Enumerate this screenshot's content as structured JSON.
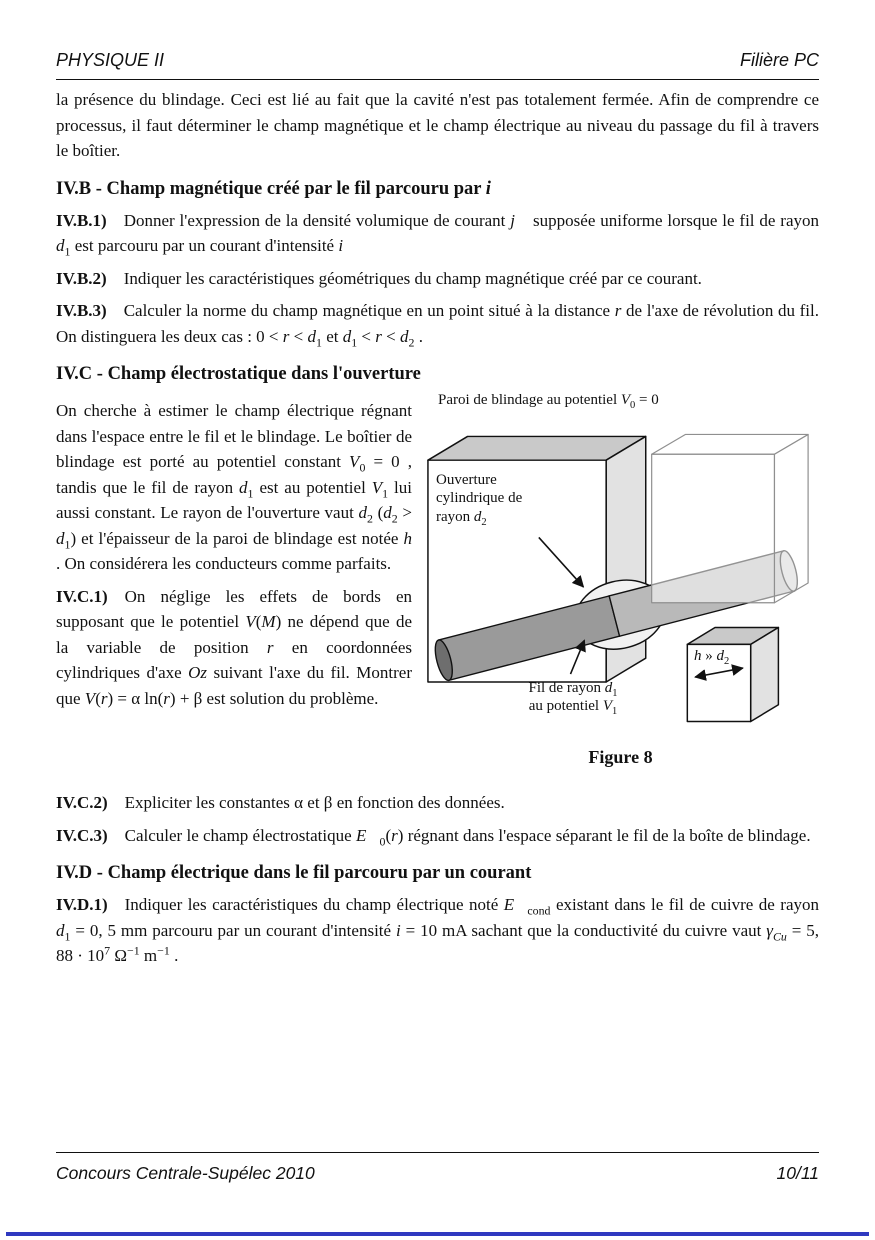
{
  "header": {
    "left": "PHYSIQUE II",
    "right": "Filière PC"
  },
  "intro": [
    {
      "t": "la présence du blindage. Ceci est lié au fait que la cavité n'est pas totalement fermée. Afin de comprendre ce processus, il faut déterminer le champ magnétique et le champ électrique au niveau du passage du fil à travers le boîtier."
    }
  ],
  "sec_b": {
    "heading": [
      {
        "t": "IV.B - Champ magnétique créé par le fil parcouru par "
      },
      {
        "t": "i",
        "s": "i"
      }
    ],
    "q1": [
      {
        "t": "IV.B.1) ",
        "s": "b"
      },
      {
        "t": "Donner l'expression de la densité volumique de courant "
      },
      {
        "t": "j⃗",
        "s": "i"
      },
      {
        "t": " supposée uniforme lorsque le fil de rayon "
      },
      {
        "t": "d",
        "s": "i"
      },
      {
        "t": "1",
        "s": "sub"
      },
      {
        "t": " est parcouru par un courant d'intensité "
      },
      {
        "t": "i",
        "s": "i"
      }
    ],
    "q2": [
      {
        "t": "IV.B.2) ",
        "s": "b"
      },
      {
        "t": "Indiquer les caractéristiques géométriques du champ magnétique créé par ce courant."
      }
    ],
    "q3": [
      {
        "t": "IV.B.3) ",
        "s": "b"
      },
      {
        "t": "Calculer la norme du champ magnétique en un point situé à la distance "
      },
      {
        "t": "r",
        "s": "i"
      },
      {
        "t": " de l'axe de révolution du fil. On distinguera les deux cas : 0 < "
      },
      {
        "t": "r",
        "s": "i"
      },
      {
        "t": " < "
      },
      {
        "t": "d",
        "s": "i"
      },
      {
        "t": "1",
        "s": "sub"
      },
      {
        "t": " et "
      },
      {
        "t": "d",
        "s": "i"
      },
      {
        "t": "1",
        "s": "sub"
      },
      {
        "t": " < "
      },
      {
        "t": "r",
        "s": "i"
      },
      {
        "t": " < "
      },
      {
        "t": "d",
        "s": "i"
      },
      {
        "t": "2",
        "s": "sub"
      },
      {
        "t": " ."
      }
    ]
  },
  "sec_c": {
    "heading": [
      {
        "t": "IV.C - Champ électrostatique dans l'ouverture"
      }
    ],
    "para": [
      {
        "t": "On cherche à estimer le champ électrique régnant dans l'espace entre le fil et le blindage. Le boîtier de blindage est porté au potentiel constant "
      },
      {
        "t": "V",
        "s": "i"
      },
      {
        "t": "0",
        "s": "sub"
      },
      {
        "t": " = 0 , tandis que le fil de rayon "
      },
      {
        "t": "d",
        "s": "i"
      },
      {
        "t": "1",
        "s": "sub"
      },
      {
        "t": " est au potentiel "
      },
      {
        "t": "V",
        "s": "i"
      },
      {
        "t": "1",
        "s": "sub"
      },
      {
        "t": " lui aussi constant. Le rayon de l'ouverture vaut "
      },
      {
        "t": "d",
        "s": "i"
      },
      {
        "t": "2",
        "s": "sub"
      },
      {
        "t": " ("
      },
      {
        "t": "d",
        "s": "i"
      },
      {
        "t": "2",
        "s": "sub"
      },
      {
        "t": " > "
      },
      {
        "t": "d",
        "s": "i"
      },
      {
        "t": "1",
        "s": "sub"
      },
      {
        "t": ") et l'épaisseur de la paroi de blindage est notée "
      },
      {
        "t": "h",
        "s": "i"
      },
      {
        "t": " . On considérera les conducteurs comme parfaits."
      }
    ],
    "q1": [
      {
        "t": "IV.C.1) ",
        "s": "b"
      },
      {
        "t": "On néglige les effets de bords en supposant que le potentiel "
      },
      {
        "t": "V",
        "s": "i"
      },
      {
        "t": "("
      },
      {
        "t": "M",
        "s": "i"
      },
      {
        "t": ")"
      },
      {
        "t": " ne dépend que de la variable de position "
      },
      {
        "t": "r",
        "s": "i"
      },
      {
        "t": " en coordonnées cylindriques d'axe "
      },
      {
        "t": "Oz",
        "s": "i"
      },
      {
        "t": " suivant l'axe du fil. Montrer que "
      },
      {
        "t": "V",
        "s": "i"
      },
      {
        "t": "("
      },
      {
        "t": "r",
        "s": "i"
      },
      {
        "t": ") = α ln("
      },
      {
        "t": "r",
        "s": "i"
      },
      {
        "t": ") + β est solution du problème."
      }
    ],
    "q2": [
      {
        "t": "IV.C.2) ",
        "s": "b"
      },
      {
        "t": "Expliciter les constantes α et β en fonction des données."
      }
    ],
    "q3": [
      {
        "t": "IV.C.3) ",
        "s": "b"
      },
      {
        "t": "Calculer le champ électrostatique "
      },
      {
        "t": "E⃗",
        "s": "i"
      },
      {
        "t": "0",
        "s": "sub"
      },
      {
        "t": "("
      },
      {
        "t": "r",
        "s": "i"
      },
      {
        "t": ")"
      },
      {
        "t": " régnant dans l'espace séparant le fil de la boîte de blindage."
      }
    ]
  },
  "figure": {
    "wall_label": [
      {
        "t": "Paroi de blindage  au potentiel "
      },
      {
        "t": "V",
        "s": "i"
      },
      {
        "t": "0",
        "s": "sub"
      },
      {
        "t": " = 0"
      }
    ],
    "opening_label": [
      {
        "t": "Ouverture"
      },
      {
        "s": "br"
      },
      {
        "t": "cylindrique de"
      },
      {
        "s": "br"
      },
      {
        "t": "rayon "
      },
      {
        "t": "d",
        "s": "i"
      },
      {
        "t": "2",
        "s": "sub"
      }
    ],
    "wire_label": [
      {
        "t": "Fil de rayon "
      },
      {
        "t": "d",
        "s": "i"
      },
      {
        "t": "1",
        "s": "sub"
      },
      {
        "s": "br"
      },
      {
        "t": "au potentiel "
      },
      {
        "t": "V",
        "s": "i"
      },
      {
        "t": "1",
        "s": "sub"
      }
    ],
    "thickness_label": [
      {
        "t": "h",
        "s": "i"
      },
      {
        "t": " » "
      },
      {
        "t": "d",
        "s": "i"
      },
      {
        "t": "2",
        "s": "sub"
      }
    ],
    "caption": "Figure 8"
  },
  "sec_d": {
    "heading": [
      {
        "t": "IV.D - Champ électrique dans le fil parcouru par un courant"
      }
    ],
    "q1": [
      {
        "t": "IV.D.1) ",
        "s": "b"
      },
      {
        "t": "Indiquer les caractéristiques du champ électrique noté "
      },
      {
        "t": "E⃗",
        "s": "i"
      },
      {
        "t": "cond",
        "s": "sub"
      },
      {
        "t": " existant dans le fil de cuivre de rayon "
      },
      {
        "t": "d",
        "s": "i"
      },
      {
        "t": "1",
        "s": "sub"
      },
      {
        "t": " = 0, 5 mm parcouru par un courant d'intensité "
      },
      {
        "t": "i",
        "s": "i"
      },
      {
        "t": " = 10 mA sachant que la conductivité du cuivre vaut "
      },
      {
        "t": "γ",
        "s": "i"
      },
      {
        "t": "Cu",
        "s": "subi"
      },
      {
        "t": " = 5, 88 · 10"
      },
      {
        "t": "7",
        "s": "sup"
      },
      {
        "t": " Ω"
      },
      {
        "t": "−1",
        "s": "sup"
      },
      {
        "t": " m"
      },
      {
        "t": "−1",
        "s": "sup"
      },
      {
        "t": " ."
      }
    ]
  },
  "footer": {
    "left": "Concours Centrale-Supélec 2010",
    "right": "10/11"
  },
  "colors": {
    "ink": "#111111",
    "box_top": "#c9c9c9",
    "box_side": "#e2e2e2",
    "box_front": "#ffffff",
    "opening_fill": "#f2f2f2",
    "wire": "#9a9a9a",
    "wire_far": "#b9b9b9",
    "wire_cap": "#6e6e6e",
    "wire_cap_far": "#cfcfcf",
    "spacer_stroke": "#8f8f8f",
    "bottom_line": "#2f39c0"
  }
}
